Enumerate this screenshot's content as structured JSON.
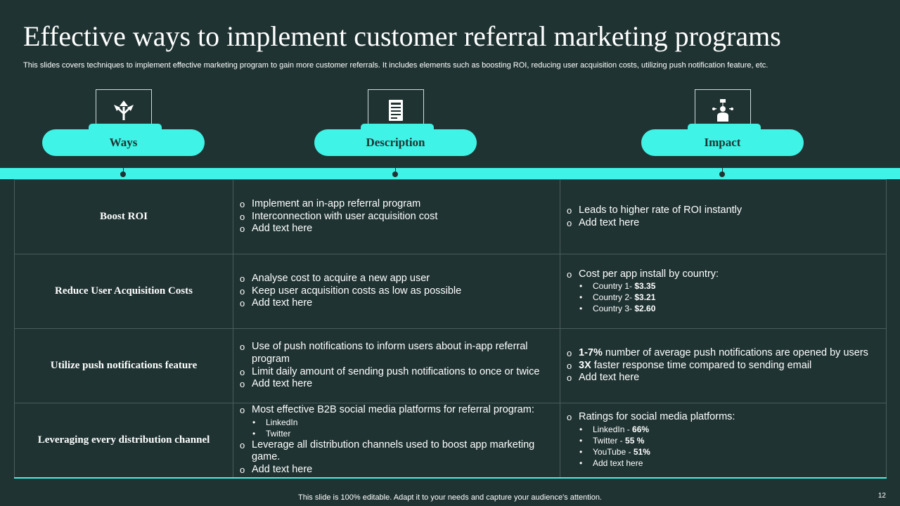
{
  "title": "Effective ways to implement customer referral marketing programs",
  "subtitle": "This slides covers techniques to implement effective marketing program to gain more customer referrals. It includes elements such as boosting ROI, reducing user acquisition costs, utilizing push notification feature, etc.",
  "headers": [
    {
      "label": "Ways",
      "icon": "split-arrows-icon"
    },
    {
      "label": "Description",
      "icon": "document-icon"
    },
    {
      "label": "Impact",
      "icon": "presenter-icon"
    }
  ],
  "rows": [
    {
      "way": "Boost ROI",
      "description": [
        {
          "text": "Implement an in-app referral program"
        },
        {
          "text": "Interconnection with user acquisition cost"
        },
        {
          "text": "Add text here"
        }
      ],
      "impact": [
        {
          "text": "Leads to higher rate of ROI instantly"
        },
        {
          "text": "Add  text here"
        }
      ]
    },
    {
      "way": "Reduce User Acquisition  Costs",
      "description": [
        {
          "text": "Analyse cost to acquire a new app user"
        },
        {
          "text": "Keep user acquisition costs as low as possible"
        },
        {
          "text": "Add text here"
        }
      ],
      "impact": [
        {
          "text": "Cost per app install by country:",
          "sub": [
            {
              "label": "Country 1- ",
              "value": "$3.35"
            },
            {
              "label": "Country 2- ",
              "value": "$3.21"
            },
            {
              "label": "Country 3- ",
              "value": "$2.60"
            }
          ]
        }
      ]
    },
    {
      "way": "Utilize  push notifications  feature",
      "description": [
        {
          "text": "Use of push notifications to inform users about in-app referral program"
        },
        {
          "text": "Limit daily amount of sending push notifications to once or twice"
        },
        {
          "text": "Add text here"
        }
      ],
      "impact": [
        {
          "bold": "1-7%",
          "text": " number of average push notifications are opened by users"
        },
        {
          "bold": "3X",
          "text": " faster response time compared to sending email"
        },
        {
          "text": "Add text here"
        }
      ]
    },
    {
      "way": "Leveraging every distribution  channel",
      "description": [
        {
          "text": "Most effective B2B social media platforms for referral program:",
          "sub": [
            {
              "label": "LinkedIn"
            },
            {
              "label": "Twitter"
            }
          ]
        },
        {
          "text": "Leverage all distribution channels used to boost app marketing game."
        },
        {
          "text": "Add text here"
        }
      ],
      "impact": [
        {
          "text": "Ratings for social media platforms:",
          "sub": [
            {
              "label": "LinkedIn  - ",
              "value": "66%"
            },
            {
              "label": "Twitter - ",
              "value": "55 %"
            },
            {
              "label": "YouTube  - ",
              "value": "51%"
            },
            {
              "label": "Add text here"
            }
          ]
        }
      ]
    }
  ],
  "footer": "This slide is 100% editable. Adapt it to your needs and capture your audience's attention.",
  "page_number": "12",
  "colors": {
    "background": "#1f3332",
    "accent": "#3ff3e6",
    "text": "#ffffff",
    "grid": "#4b5d5d"
  }
}
